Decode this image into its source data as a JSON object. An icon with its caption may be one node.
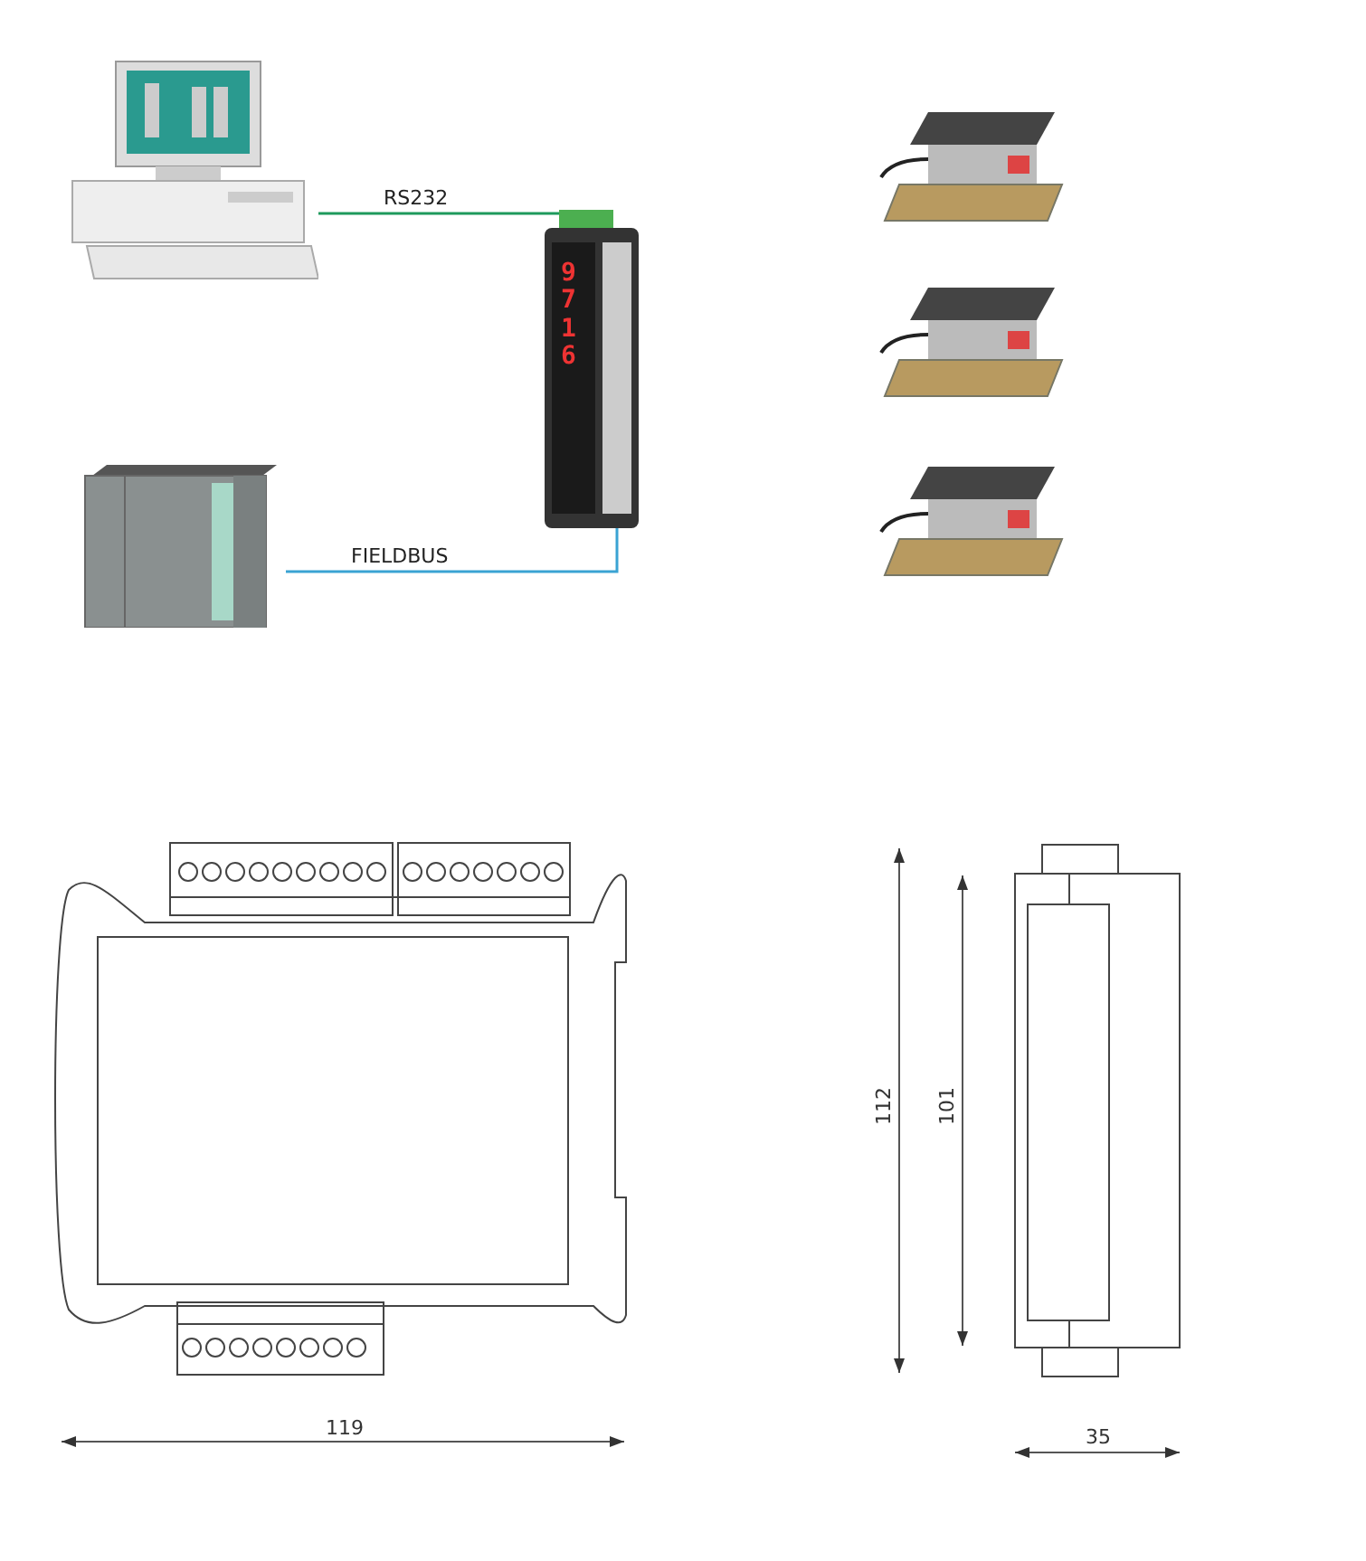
{
  "diagram": {
    "nodes": [
      {
        "text": [],
        "shape": "picture"
      },
      {
        "text": [],
        "shape": "picture"
      },
      {
        "text": [],
        "shape": "picture"
      }
    ],
    "edges": [
      {
        "from": 0,
        "to": 2,
        "arrow": "none",
        "label": "RS232",
        "color": "#1e9a5c"
      },
      {
        "from": 1,
        "to": 2,
        "arrow": "none",
        "label": "FIELDBUS",
        "color": "#3aa3d3"
      }
    ],
    "labels": [
      "9716",
      "119",
      "112",
      "101",
      "35"
    ]
  }
}
